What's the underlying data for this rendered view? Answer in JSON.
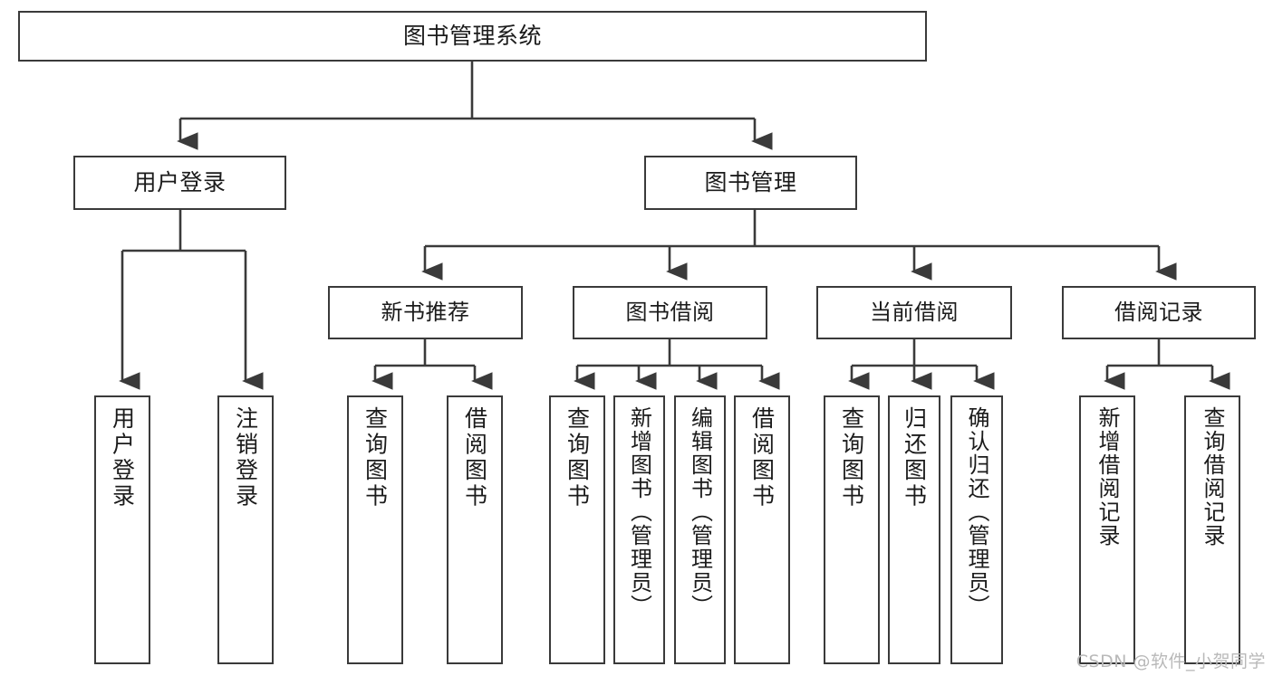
{
  "diagram": {
    "title": "图书管理系统",
    "type": "功能结构图",
    "watermark": "CSDN @软件_小贺同学",
    "colors": {
      "stroke": "#3a3a3a",
      "background": "#ffffff",
      "text": "#1b1b1b",
      "watermark": "#b9b9b9"
    },
    "root": {
      "label": "图书管理系统"
    },
    "tier2": [
      {
        "label": "用户登录"
      },
      {
        "label": "图书管理"
      }
    ],
    "tier3": [
      {
        "label": "新书推荐"
      },
      {
        "label": "图书借阅"
      },
      {
        "label": "当前借阅"
      },
      {
        "label": "借阅记录"
      }
    ],
    "leaves": {
      "user_login": [
        {
          "label": "用户登录"
        },
        {
          "label": "注销登录"
        }
      ],
      "new_book": [
        {
          "label": "查询图书"
        },
        {
          "label": "借阅图书"
        }
      ],
      "book_borrow": [
        {
          "label": "查询图书"
        },
        {
          "label": "新增图书（管理员）"
        },
        {
          "label": "编辑图书（管理员）"
        },
        {
          "label": "借阅图书"
        }
      ],
      "current_borrow": [
        {
          "label": "查询图书"
        },
        {
          "label": "归还图书"
        },
        {
          "label": "确认归还（管理员）"
        }
      ],
      "borrow_record": [
        {
          "label": "新增借阅记录"
        },
        {
          "label": "查询借阅记录"
        }
      ]
    }
  }
}
